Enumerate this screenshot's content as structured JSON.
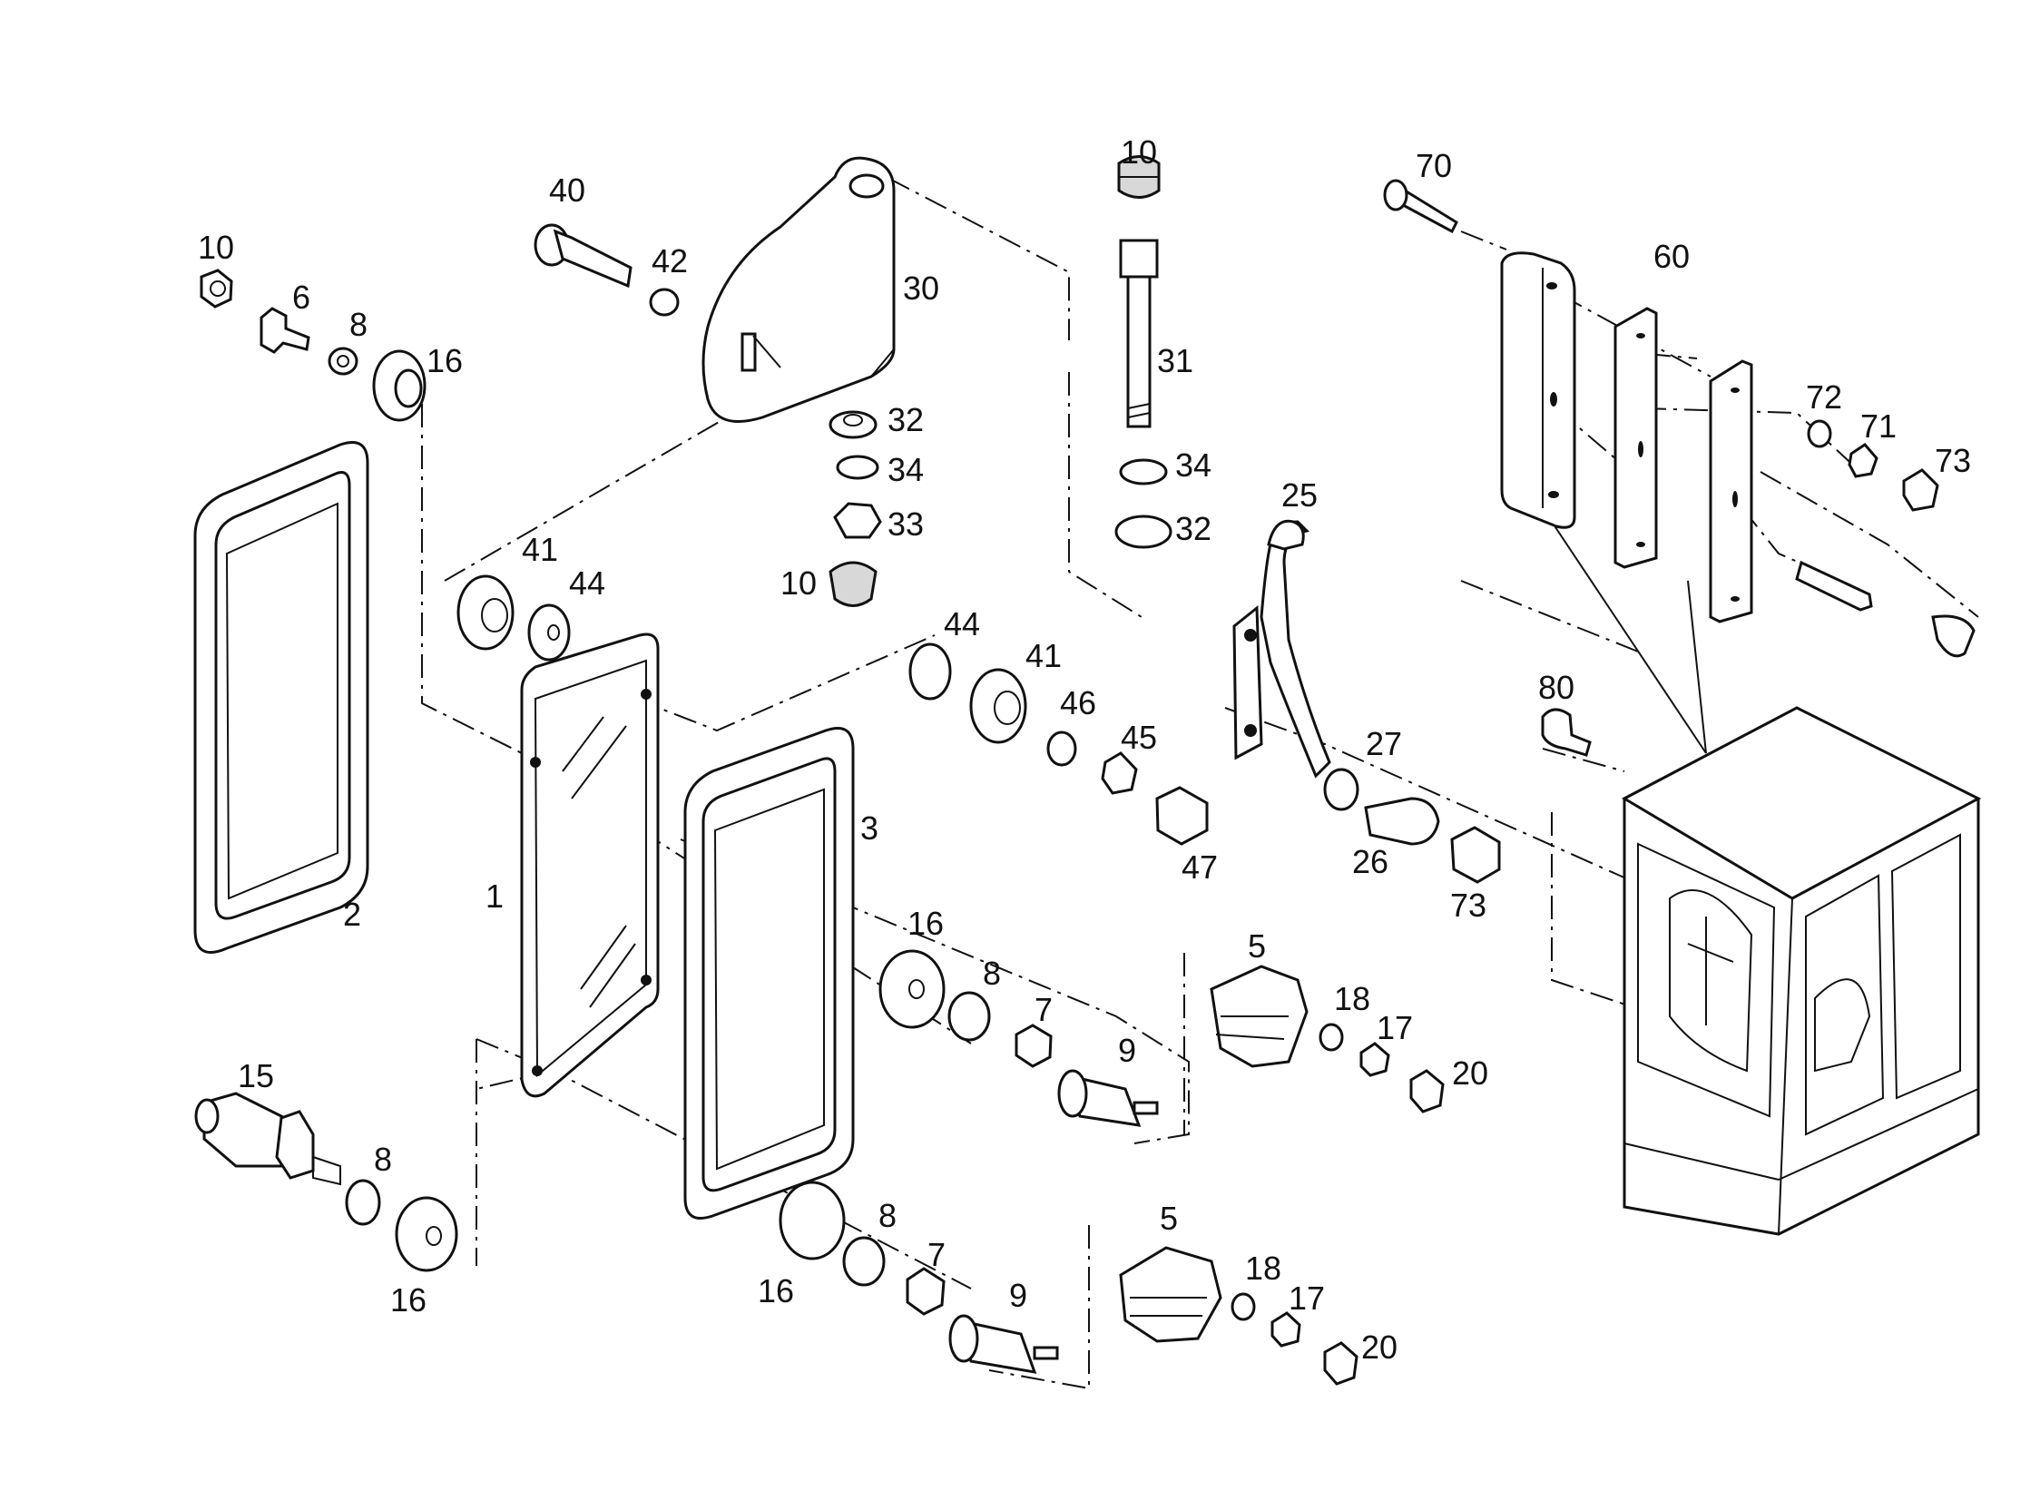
{
  "labels": {
    "p10a": "10",
    "p6": "6",
    "p8a": "8",
    "p16a": "16",
    "p40": "40",
    "p42": "42",
    "p30": "30",
    "p10b": "10",
    "p31": "31",
    "p34a": "34",
    "p32a": "32",
    "p32b": "32",
    "p34b": "34",
    "p33": "33",
    "p10c": "10",
    "p70": "70",
    "p60": "60",
    "p72": "72",
    "p71": "71",
    "p73a": "73",
    "p41a": "41",
    "p44a": "44",
    "p2": "2",
    "p1": "1",
    "p3": "3",
    "p44b": "44",
    "p41b": "41",
    "p46": "46",
    "p45": "45",
    "p47": "47",
    "p25": "25",
    "p27": "27",
    "p26": "26",
    "p73b": "73",
    "p80": "80",
    "p16b": "16",
    "p8b": "8",
    "p7a": "7",
    "p9a": "9",
    "p5a": "5",
    "p18a": "18",
    "p17a": "17",
    "p20a": "20",
    "p15": "15",
    "p8c": "8",
    "p16c": "16",
    "p16d": "16",
    "p8d": "8",
    "p7b": "7",
    "p9b": "9",
    "p5b": "5",
    "p18b": "18",
    "p17b": "17",
    "p20b": "20"
  },
  "icons": {
    "window_pane": "glass-pane-icon",
    "window_frame": "rubber-frame-icon",
    "hinge": "hinge-bracket-icon",
    "cab": "operator-cab-icon"
  }
}
